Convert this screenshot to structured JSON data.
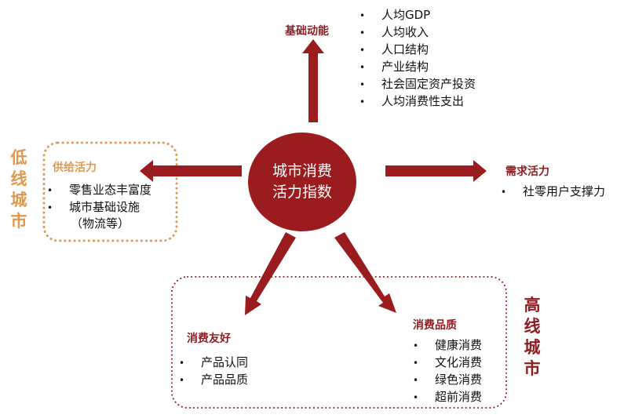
{
  "center": {
    "line1": "城市消费",
    "line2": "活力指数"
  },
  "basic": {
    "title": "基础动能",
    "items": [
      "人均GDP",
      "人均收入",
      "人口结构",
      "产业结构",
      "社会固定资产投资",
      "人均消费性支出"
    ]
  },
  "demand": {
    "title": "需求活力",
    "items": [
      "社零用户支撑力"
    ]
  },
  "supply": {
    "title": "供给活力",
    "items": [
      "零售业态丰富度",
      "城市基础设施"
    ],
    "note": "（物流等）"
  },
  "friendly": {
    "title": "消费友好",
    "items": [
      "产品认同",
      "产品品质"
    ]
  },
  "quality": {
    "title": "消费品质",
    "items": [
      "健康消费",
      "文化消费",
      "绿色消费",
      "超前消费"
    ]
  },
  "low_tier": "低线城市",
  "high_tier": "高线城市",
  "colors": {
    "primary": "#9b1c1f",
    "orange": "#e0984f"
  }
}
